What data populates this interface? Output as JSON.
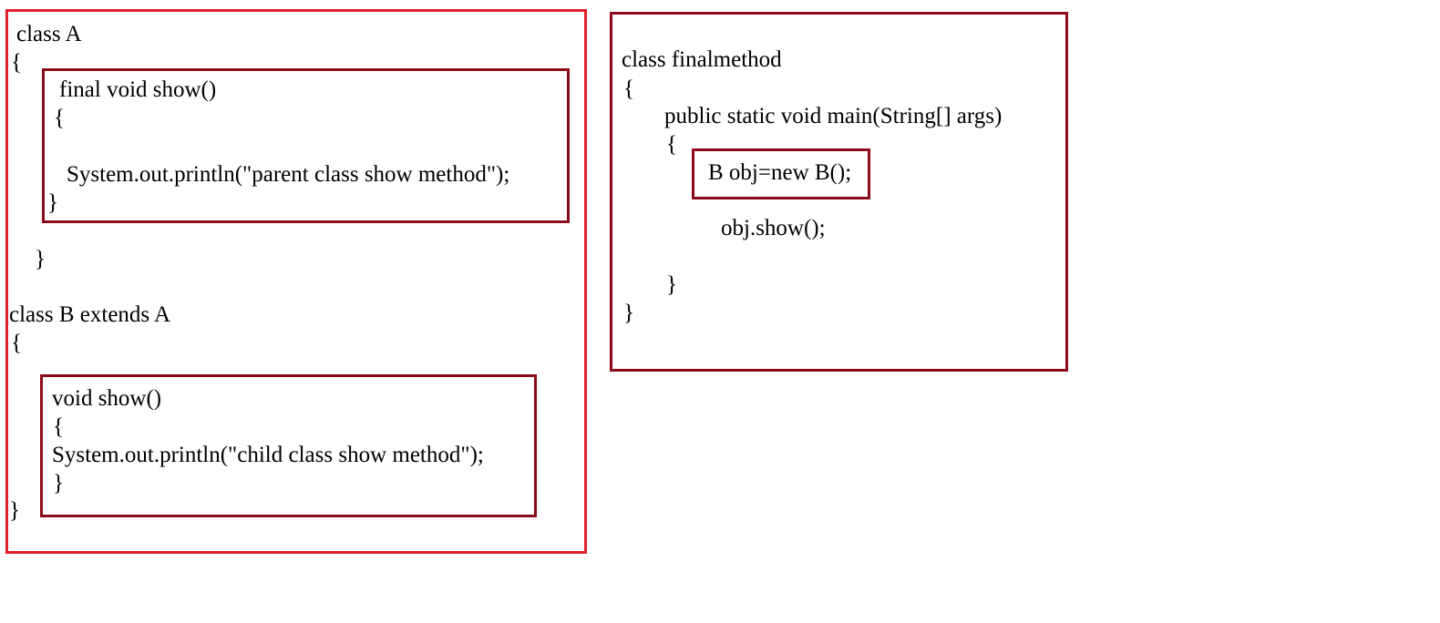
{
  "left_panel": {
    "class_a": {
      "header": "class A",
      "open_brace": "{",
      "method": {
        "signature": "final void show()",
        "open_brace": "{",
        "statement": "System.out.println(\"parent class show method\");",
        "close_brace": "}"
      },
      "close_brace": "}"
    },
    "class_b": {
      "header": "class B extends A",
      "open_brace": "{",
      "method": {
        "signature": "void show()",
        "open_brace": "{",
        "statement": "System.out.println(\"child class show method\");",
        "close_brace": "}"
      },
      "close_brace": "}"
    }
  },
  "right_panel": {
    "header": "class finalmethod",
    "open_brace": "{",
    "main": {
      "signature": "public static void main(String[] args)",
      "open_brace": "{",
      "instantiation": "B obj=new B();",
      "call": "obj.show();",
      "close_brace": "}"
    },
    "close_brace": "}"
  },
  "colors": {
    "outer_left_border": "#e0212b",
    "inner_border": "#8b0a1a",
    "text": "#000000",
    "background": "#ffffff"
  }
}
